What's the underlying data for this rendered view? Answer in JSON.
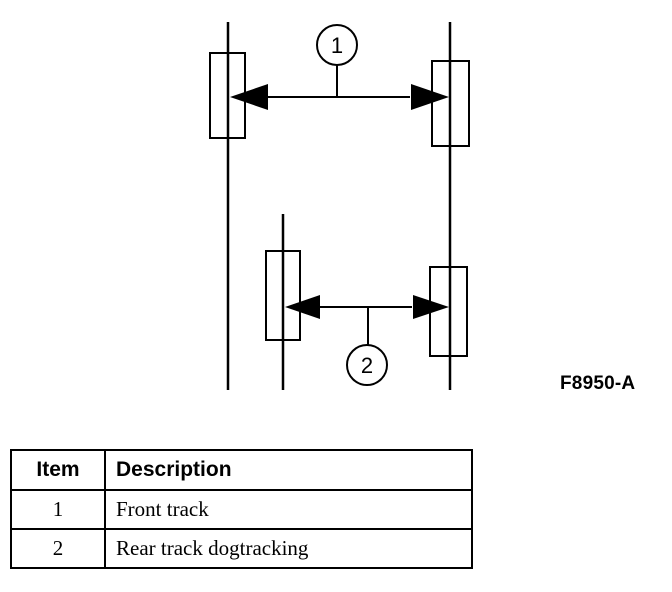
{
  "diagram": {
    "callouts": [
      "1",
      "2"
    ],
    "reference_code": "F8950-A"
  },
  "legend": {
    "headers": {
      "item": "Item",
      "description": "Description"
    },
    "rows": [
      {
        "item": "1",
        "description": "Front track"
      },
      {
        "item": "2",
        "description": "Rear track dogtracking"
      }
    ]
  }
}
